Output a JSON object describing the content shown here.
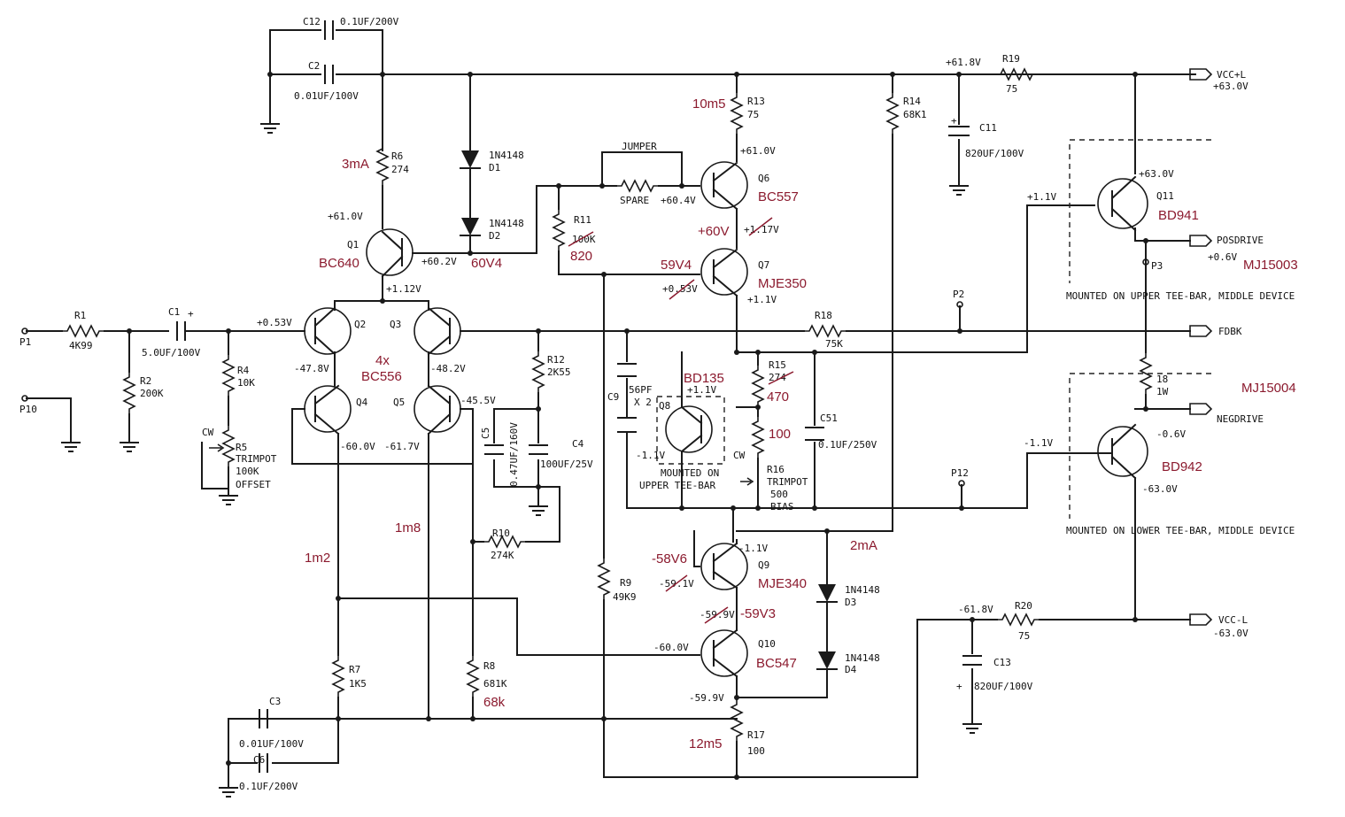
{
  "labels": {
    "C12": "C12",
    "C12v": "0.1UF/200V",
    "C2": "C2",
    "C2v": "0.01UF/100V",
    "R6": "R6",
    "R6v": "274",
    "D1": "D1",
    "D1t": "1N4148",
    "D2": "D2",
    "D2t": "1N4148",
    "jumper": "JUMPER",
    "spare": "SPARE",
    "R11": "R11",
    "R11v": "100K",
    "R13": "R13",
    "R13v": "75",
    "R14": "R14",
    "R14v": "68K1",
    "v618": "+61.8V",
    "R19": "R19",
    "R19v": "75",
    "vccp": "VCC+L",
    "vccpv": "+63.0V",
    "C11": "C11",
    "C11v": "820UF/100V",
    "Q1": "Q1",
    "v610a": "+61.0V",
    "v602": "+60.2V",
    "v112": "+1.12V",
    "Q6": "Q6",
    "v610b": "+61.0V",
    "v604": "+60.4V",
    "v117": "+1.17V",
    "Q7": "Q7",
    "v053b": "+0.53V",
    "v11a": "+1.1V",
    "Q11": "Q11",
    "v630a": "+63.0V",
    "v11b": "+1.1V",
    "posdrive": "POSDRIVE",
    "v06a": "+0.6V",
    "P3": "P3",
    "mntUpper": "MOUNTED ON UPPER TEE-BAR, MIDDLE DEVICE",
    "P1": "P1",
    "R1": "R1",
    "R1v": "4K99",
    "C1": "C1",
    "C1v": "5.0UF/100V",
    "R2": "R2",
    "R2v": "200K",
    "v053a": "+0.53V",
    "Q2": "Q2",
    "Q3": "Q3",
    "Q4": "Q4",
    "Q5": "Q5",
    "v478": "-47.8V",
    "v482": "-48.2V",
    "v455": "-45.5V",
    "v600a": "-60.0V",
    "v617": "-61.7V",
    "R12": "R12",
    "R12v": "2K55",
    "R4": "R4",
    "R4v": "10K",
    "P10": "P10",
    "cw1": "CW",
    "R5": "R5",
    "R5t": "TRIMPOT",
    "R5v": "100K",
    "R5o": "OFFSET",
    "C5": "C5",
    "C5v": "0.47UF/160V",
    "C4": "C4",
    "C4v": "100UF/25V",
    "R10": "R10",
    "R10v": "274K",
    "C9": "C9",
    "C9v": "56PF",
    "C9x": "X 2",
    "Q8": "Q8",
    "v11c": "+1.1V",
    "v11d": "-1.1V",
    "mntQ8a": "MOUNTED ON",
    "mntQ8b": "UPPER TEE-BAR",
    "R15": "R15",
    "R15v": "274",
    "cw2": "CW",
    "R16": "R16",
    "R16t": "TRIMPOT",
    "R16v": "500",
    "R16b": "BIAS",
    "C51": "C51",
    "C51v": "0.1UF/250V",
    "P2": "P2",
    "R18": "R18",
    "R18v": "75K",
    "fdbk": "FDBK",
    "R18b": "18",
    "R18w": "1W",
    "P12": "P12",
    "v11e": "-1.1V",
    "negdrive": "NEGDRIVE",
    "v06b": "-0.6V",
    "v630b": "-63.0V",
    "mntLower": "MOUNTED ON LOWER TEE-BAR, MIDDLE DEVICE",
    "Q9": "Q9",
    "v11f": "-1.1V",
    "v591": "-59.1V",
    "D3": "D3",
    "D3t": "1N4148",
    "D4": "D4",
    "D4t": "1N4148",
    "R9": "R9",
    "R9v": "49K9",
    "Q10": "Q10",
    "v599a": "-59.9V",
    "v600b": "-60.0V",
    "v599b": "-59.9V",
    "v618n": "-61.8V",
    "R20": "R20",
    "R20v": "75",
    "vccn": "VCC-L",
    "vccnv": "-63.0V",
    "C13": "C13",
    "C13v": "820UF/100V",
    "R7": "R7",
    "R7v": "1K5",
    "R8": "R8",
    "R8v": "681K",
    "C3": "C3",
    "C3v": "0.01UF/100V",
    "C6": "C6",
    "C6v": "0.1UF/200V",
    "R17": "R17",
    "R17v": "100"
  },
  "annotations": {
    "a3mA": "3mA",
    "aBC640": "BC640",
    "a60V4": "60V4",
    "a10m5": "10m5",
    "aBC557": "BC557",
    "a60V": "+60V",
    "a820": "820",
    "a59V4": "59V4",
    "aMJE350": "MJE350",
    "aBD941": "BD941",
    "aMJ15003": "MJ15003",
    "a4x": "4x",
    "aBC556": "BC556",
    "aBD135": "BD135",
    "a470": "470",
    "a100": "100",
    "aMJ15004": "MJ15004",
    "aBD942": "BD942",
    "a2mA": "2mA",
    "a58V6": "-58V6",
    "aMJE340": "MJE340",
    "a59V3": "-59V3",
    "aBC547": "BC547",
    "a1m8": "1m8",
    "a1m2": "1m2",
    "a68k": "68k",
    "a12m5": "12m5"
  }
}
